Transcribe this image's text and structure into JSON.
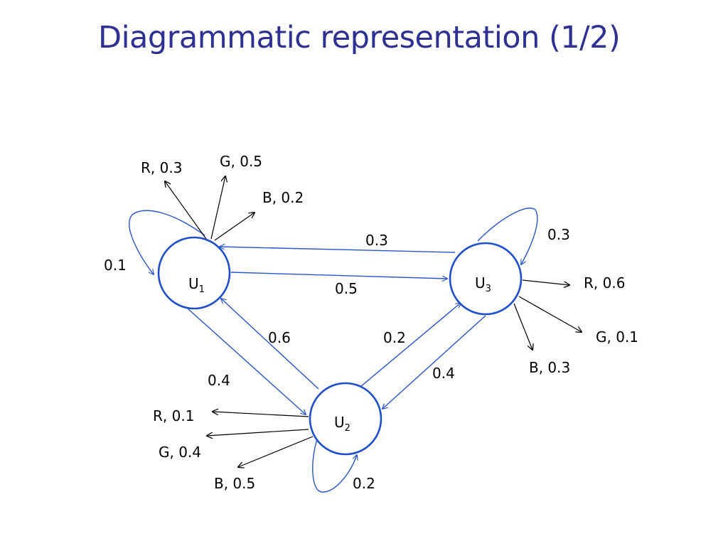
{
  "slide": {
    "title": "Diagrammatic representation (1/2)",
    "colors": {
      "title": "#2e3192",
      "edge": "#2a55c8",
      "node": "#1f4fc9",
      "emission": "#000000",
      "text": "#000000",
      "background": "#ffffff"
    }
  },
  "diagram": {
    "nodes": [
      {
        "id": "U1",
        "name": "U",
        "subscript": "1"
      },
      {
        "id": "U2",
        "name": "U",
        "subscript": "2"
      },
      {
        "id": "U3",
        "name": "U",
        "subscript": "3"
      }
    ],
    "transitions": {
      "u1_self": "0.1",
      "u1_to_u3": "0.5",
      "u3_to_u1": "0.3",
      "u3_self": "0.3",
      "u1_to_u2": "0.4",
      "u2_to_u1": "0.6",
      "u2_to_u3": "0.2",
      "u3_to_u2": "0.4",
      "u2_self": "0.2"
    },
    "emissions": {
      "u1": {
        "r": "R, 0.3",
        "g": "G, 0.5",
        "b": "B, 0.2"
      },
      "u2": {
        "r": "R, 0.1",
        "g": "G, 0.4",
        "b": "B, 0.5"
      },
      "u3": {
        "r": "R, 0.6",
        "g": "G, 0.1",
        "b": "B, 0.3"
      }
    }
  }
}
